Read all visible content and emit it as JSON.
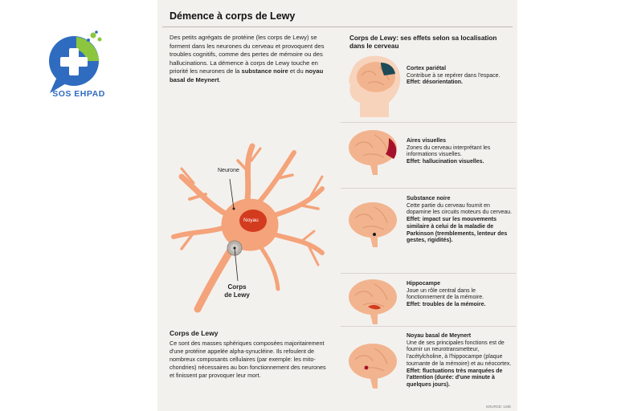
{
  "title": "Démence à corps de Lewy",
  "intro": {
    "plain": "Des petits agrégats de protéine (les corps de Lewy) se forment dans les neurones du cerveau et provoquent des troubles cognitifs, comme des pertes de mémoire ou des hallucinations. La démence à corps de Lewy touche en priorité les neurones de la ",
    "bold1": "substance noire",
    "mid": " et du ",
    "bold2": "noyau basal de Meynert",
    "end": "."
  },
  "neuron": {
    "label_neurone": "Neurone",
    "label_noyau": "Noyau",
    "label_corps_line1": "Corps",
    "label_corps_line2": "de Lewy"
  },
  "lewy": {
    "title": "Corps de Lewy",
    "text": "Ce sont des masses sphériques composées majoritairement d'une protéine appelée alpha-synucléine. Ils refoulent de nombreux composants cellulaires (par exemple: les mito-chondries) nécessaires au bon fonctionnement des neurones et finissent par provoquer leur mort."
  },
  "effects_title": "Corps de Lewy: ses effets selon sa localisation dans le cerveau",
  "regions": [
    {
      "title": "Cortex pariétal",
      "desc": "Contribue à se repérer dans l'espace.",
      "effect": "Effet: désorientation."
    },
    {
      "title": "Aires visuelles",
      "desc": "Zones du cerveau interprétant les informations visuelles.",
      "effect": "Effet: hallucination visuelles."
    },
    {
      "title": "Substance noire",
      "desc": "Cette partie du cerveau fournit en dopamine les circuits moteurs du cerveau.",
      "effect": "Effet: impact sur les mouvements similaire à celui de la maladie de Parkinson (tremblements, lenteur des gestes, rigidités)."
    },
    {
      "title": "Hippocampe",
      "desc": "Joue un rôle central dans le fonctionnement de la mémoire.",
      "effect": "Effet: troubles de la mémoire."
    },
    {
      "title": "Noyau basal de Meynert",
      "desc": "Une de ses principales fonctions est de fournir un neurotransmetteur, l'acétylcholine, à l'hippocampe (plaque tournante de la mémoire) et au néocortex.",
      "effect": "Effet: fluctuations très marquées de l'attention (durée: d'une minute à quelques jours)."
    }
  ],
  "source": "SOURCE: LMD",
  "logo": {
    "text": "SOS EHPAD",
    "blue": "#2f6cc0",
    "green": "#8cc63f"
  },
  "colors": {
    "neuron": "#f4a37a",
    "nucleus": "#d33b1f",
    "brain": "#f2b48e",
    "dark_region": "#1d4a57",
    "red_region": "#a3122a"
  }
}
